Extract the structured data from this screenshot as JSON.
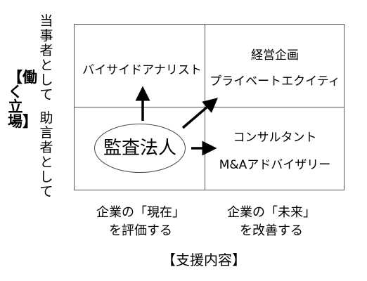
{
  "axis_vertical": {
    "top_label": "当事者として",
    "bottom_label": "助言者として",
    "title": "【働く立場】"
  },
  "axis_horizontal": {
    "left_line1": "企業の「現在」",
    "left_line2": "を評価する",
    "right_line1": "企業の「未来」",
    "right_line2": "を改善する",
    "title": "【支援内容】"
  },
  "quadrants": {
    "top_left": "バイサイドアナリスト",
    "top_right_line1": "経営企画",
    "top_right_line2": "プライベートエクイティ",
    "bottom_right_line1": "コンサルタント",
    "bottom_right_line2": "M&Aアドバイザリー"
  },
  "center_node": "監査法人"
}
